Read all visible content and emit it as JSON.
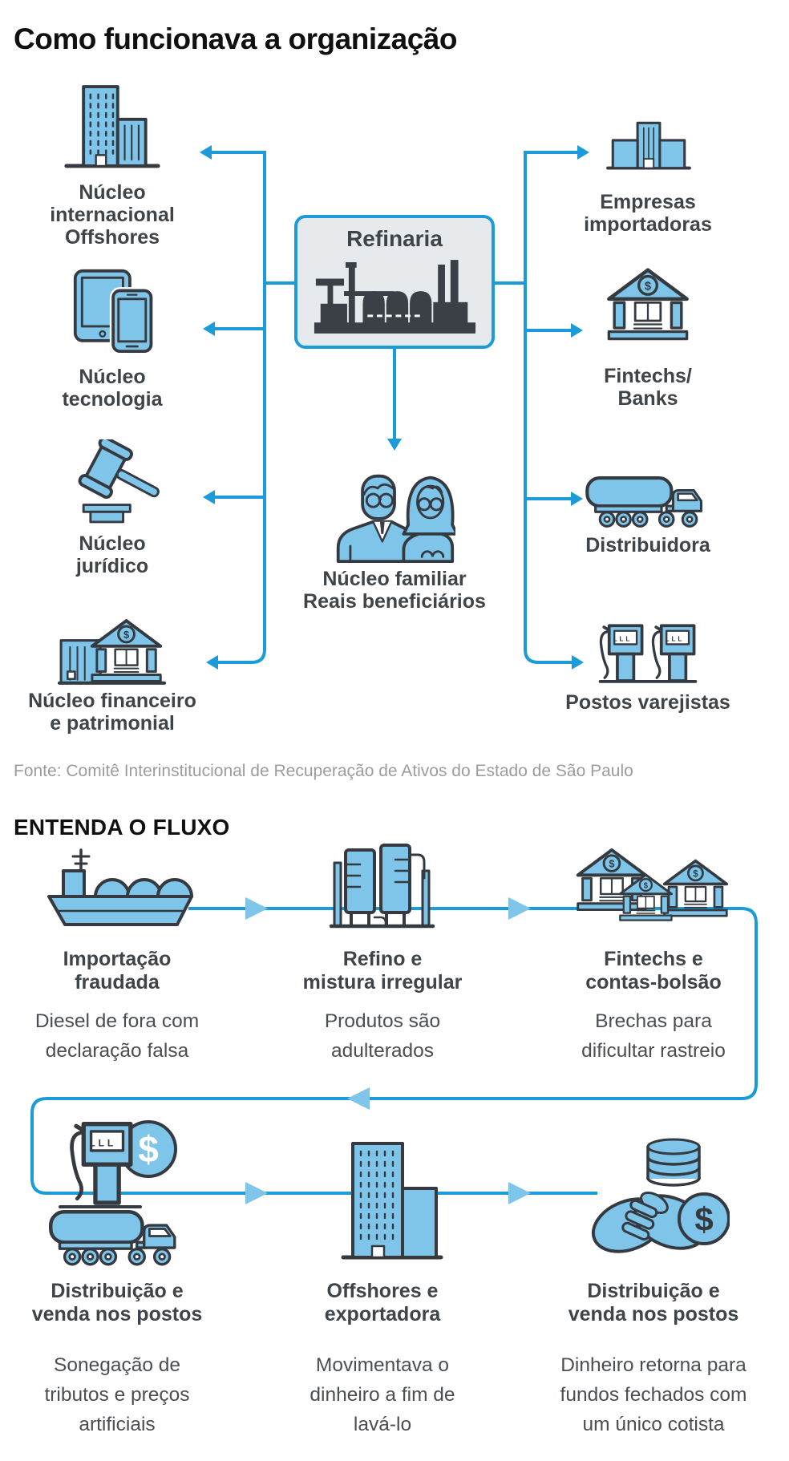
{
  "title": "Como funcionava a organização",
  "colors": {
    "line_blue": "#1b9cd8",
    "icon_fill": "#7ec5e9",
    "icon_stroke": "#343a40",
    "box_fill": "#e7eaec",
    "label_text": "#3f4449",
    "muted_text": "#9c9c9c",
    "heading_text": "#101010"
  },
  "org": {
    "center_box": {
      "label": "Refinaria",
      "icon": "refinery-silhouette-icon"
    },
    "left_nodes": [
      {
        "label": "Núcleo\ninternacional\nOffshores",
        "icon": "office-buildings-icon"
      },
      {
        "label": "Núcleo\ntecnologia",
        "icon": "tablet-phone-icon"
      },
      {
        "label": "Núcleo\njurídico",
        "icon": "gavel-icon"
      },
      {
        "label": "Núcleo financeiro\ne patrimonial",
        "icon": "bank-annex-icon"
      }
    ],
    "right_nodes": [
      {
        "label": "Empresas\nimportadoras",
        "icon": "importer-building-icon"
      },
      {
        "label": "Fintechs/\nBanks",
        "icon": "bank-dollar-icon"
      },
      {
        "label": "Distribuidora",
        "icon": "tanker-truck-icon"
      },
      {
        "label": "Postos varejistas",
        "icon": "fuel-pumps-icon"
      }
    ],
    "family_node": {
      "label": "Núcleo familiar\nReais beneficiários",
      "icon": "family-couple-icon"
    },
    "source": "Fonte: Comitê Interinstitucional de Recuperação de Ativos do Estado de São Paulo"
  },
  "flow": {
    "heading": "ENTENDA O FLUXO",
    "steps": [
      {
        "title": "Importação\nfraudada",
        "desc": "Diesel de fora com\ndeclaração falsa",
        "icon": "cargo-ship-icon"
      },
      {
        "title": "Refino e\nmistura irregular",
        "desc": "Produtos são\nadulterados",
        "icon": "refinery-tanks-icon"
      },
      {
        "title": "Fintechs e\ncontas-bolsão",
        "desc": "Brechas para\ndificultar rastreio",
        "icon": "fintech-banks-icon"
      },
      {
        "title": "Distribuição e\nvenda nos postos",
        "desc": "Sonegação de\ntributos e preços\nartificiais",
        "icon": "fuel-pump-money-truck-icon"
      },
      {
        "title": "Offshores e\nexportadora",
        "desc": "Movimentava o\ndinheiro a fim de\nlavá-lo",
        "icon": "office-tower-icon"
      },
      {
        "title": "Distribuição e\nvenda nos postos",
        "desc": "Dinheiro retorna para\nfundos fechados com\num único cotista",
        "icon": "handshake-money-icon"
      }
    ]
  }
}
